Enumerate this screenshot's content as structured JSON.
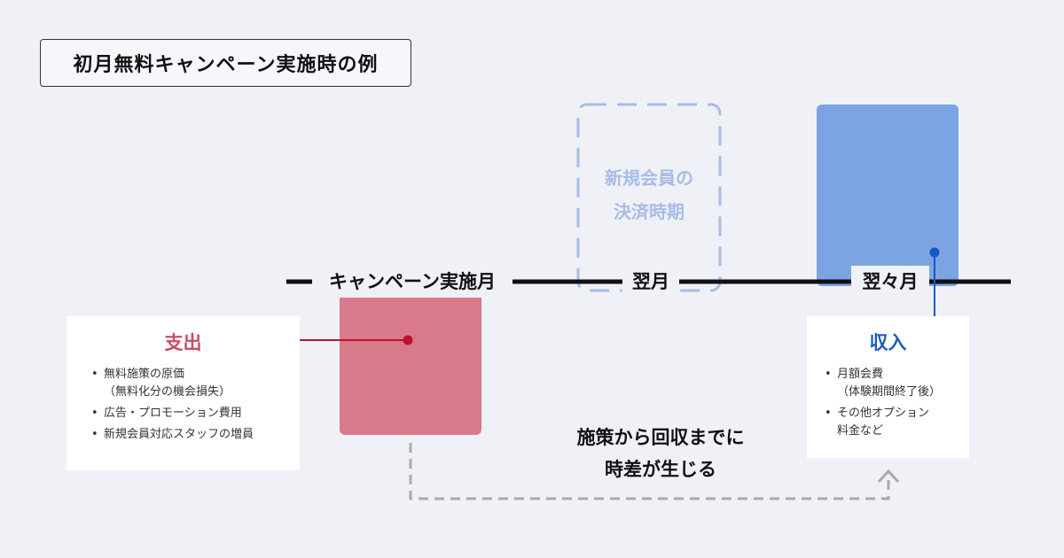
{
  "title": "初月無料キャンペーン実施時の例",
  "months": {
    "m1": "キャンペーン実施月",
    "m2": "翌月",
    "m3": "翌々月"
  },
  "ghost_block_lines": [
    "新規会員の",
    "決済時期"
  ],
  "expense": {
    "title": "支出",
    "items": [
      [
        "無料施策の原価",
        "（無料化分の機会損失）"
      ],
      [
        "広告・プロモーション費用"
      ],
      [
        "新規会員対応スタッフの増員"
      ]
    ]
  },
  "income": {
    "title": "収入",
    "items": [
      [
        "月額会費",
        "（体験期間終了後）"
      ],
      [
        "その他オプション",
        "料金など"
      ]
    ]
  },
  "gap_note_lines": [
    "施策から回収までに",
    "時差が生じる"
  ],
  "colors": {
    "expense": "#d97a8a",
    "expense_text": "#c84d67",
    "expense_marker": "#c0112f",
    "income": "#7da4e2",
    "income_text": "#1e5bbf",
    "income_marker": "#1558c6",
    "ghost": "#a6bde6",
    "dashed_arrow": "#aaaaaa",
    "timeline": "#111111"
  }
}
